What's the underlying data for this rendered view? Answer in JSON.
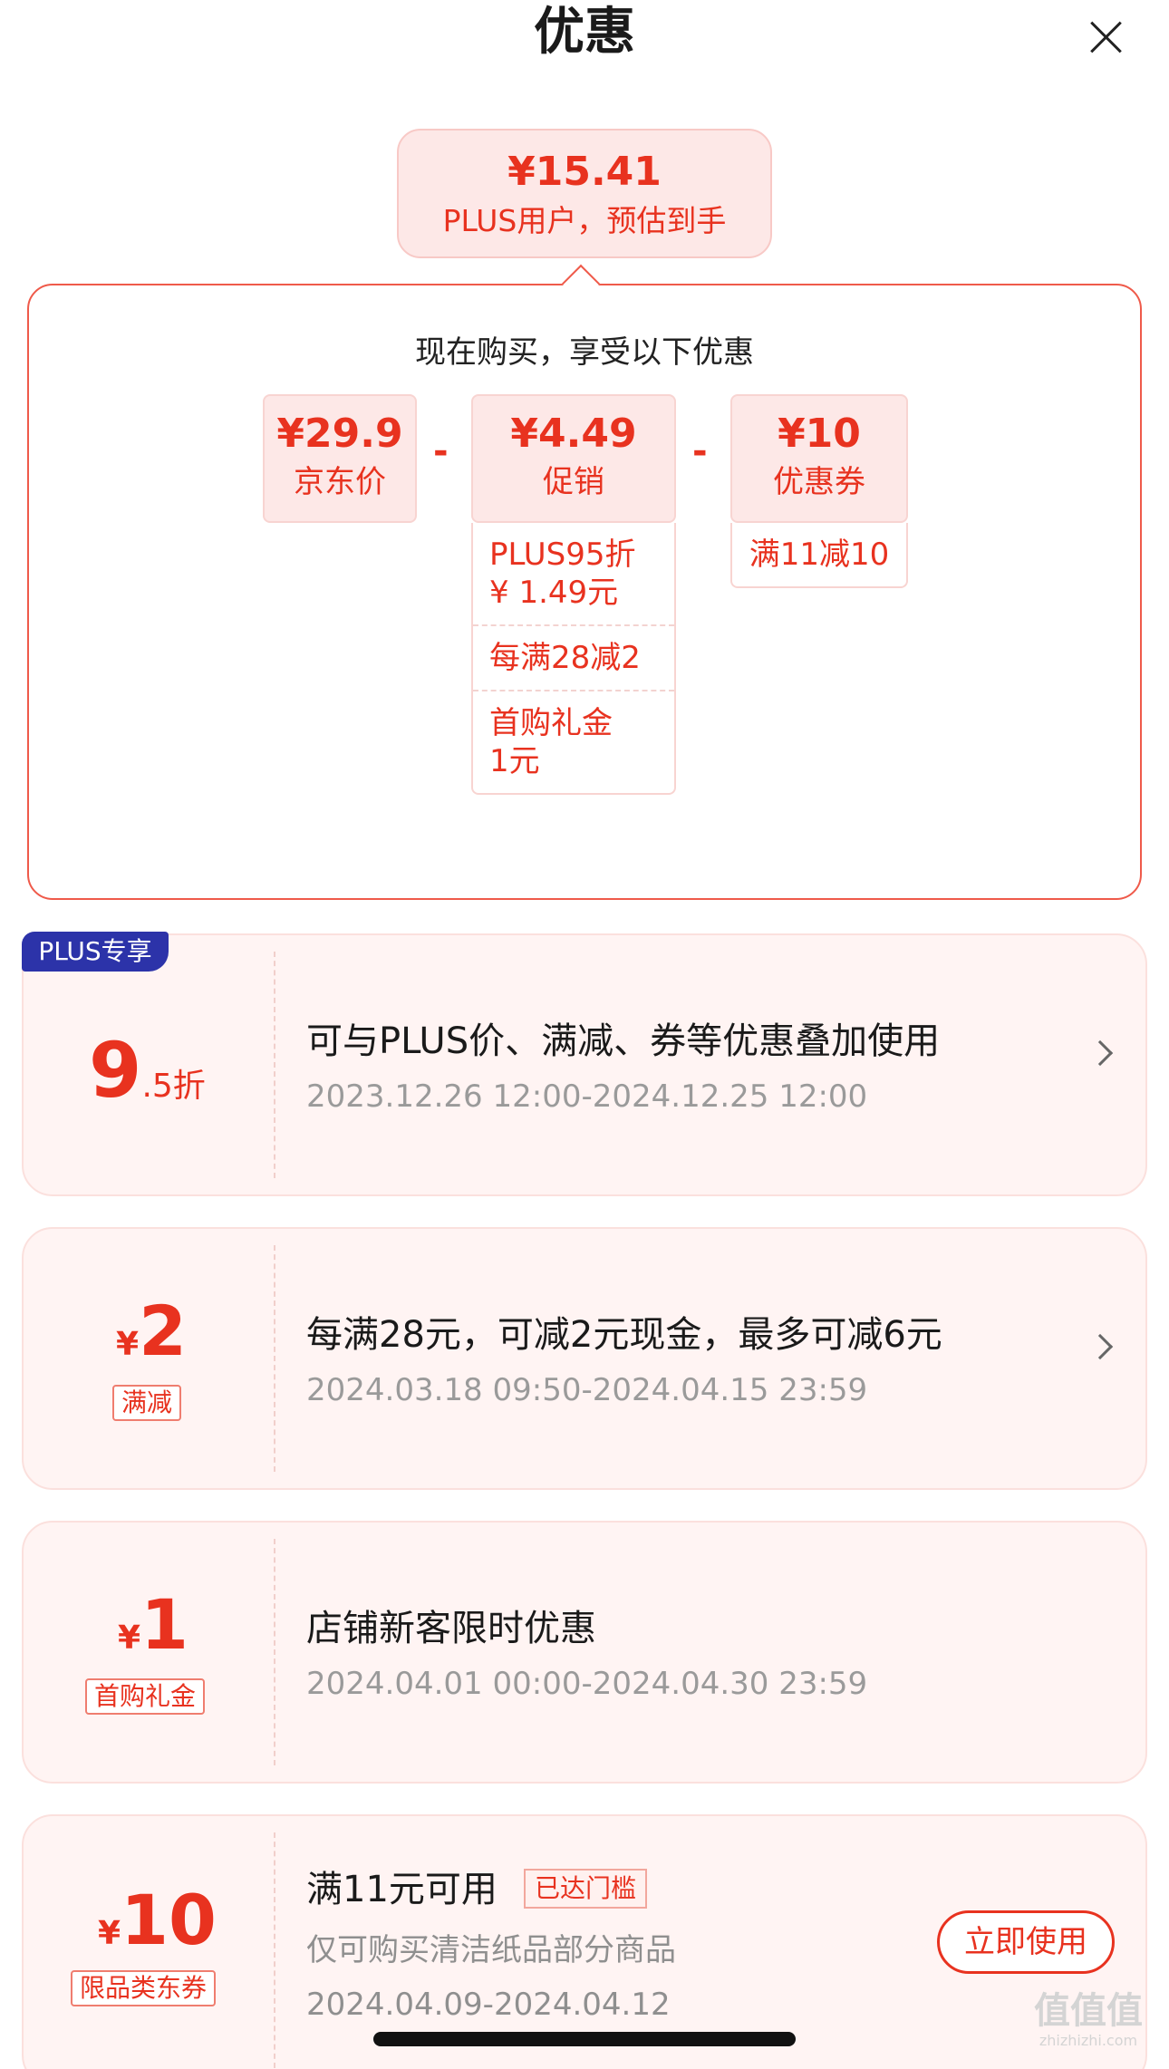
{
  "header": {
    "title": "优惠"
  },
  "estimate": {
    "price": "¥15.41",
    "subtitle": "PLUS用户，预估到手"
  },
  "breakdown": {
    "heading": "现在购买，享受以下优惠",
    "jd_price": {
      "value": "¥29.9",
      "label": "京东价"
    },
    "promo": {
      "value": "¥4.49",
      "label": "促销"
    },
    "coupon": {
      "value": "¥10",
      "label": "优惠券"
    },
    "minus": "-",
    "promo_details": [
      "PLUS95折\n¥ 1.49元",
      "每满28减2",
      "首购礼金\n1元"
    ],
    "coupon_details": [
      "满11减10"
    ]
  },
  "cards": [
    {
      "badge": "PLUS专享",
      "amount_big": "9",
      "amount_small": ".5折",
      "title": "可与PLUS价、满减、券等优惠叠加使用",
      "date": "2023.12.26 12:00-2024.12.25 12:00"
    },
    {
      "currency": "¥",
      "amount": "2",
      "tag": "满减",
      "title": "每满28元，可减2元现金，最多可减6元",
      "date": "2024.03.18 09:50-2024.04.15 23:59"
    },
    {
      "currency": "¥",
      "amount": "1",
      "tag": "首购礼金",
      "title": "店铺新客限时优惠",
      "date": "2024.04.01 00:00-2024.04.30 23:59"
    },
    {
      "currency": "¥",
      "amount": "10",
      "tag": "限品类东券",
      "title": "满11元可用",
      "status": "已达门槛",
      "desc": "仅可购买清洁纸品部分商品",
      "date": "2024.04.09-2024.04.12",
      "button": "立即使用"
    }
  ],
  "watermark": {
    "main": "值值值",
    "sub": "zhizhizhi.com"
  },
  "colors": {
    "accent": "#e8321f",
    "plus_badge": "#2c33a9",
    "card_bg": "#fff4f3"
  }
}
